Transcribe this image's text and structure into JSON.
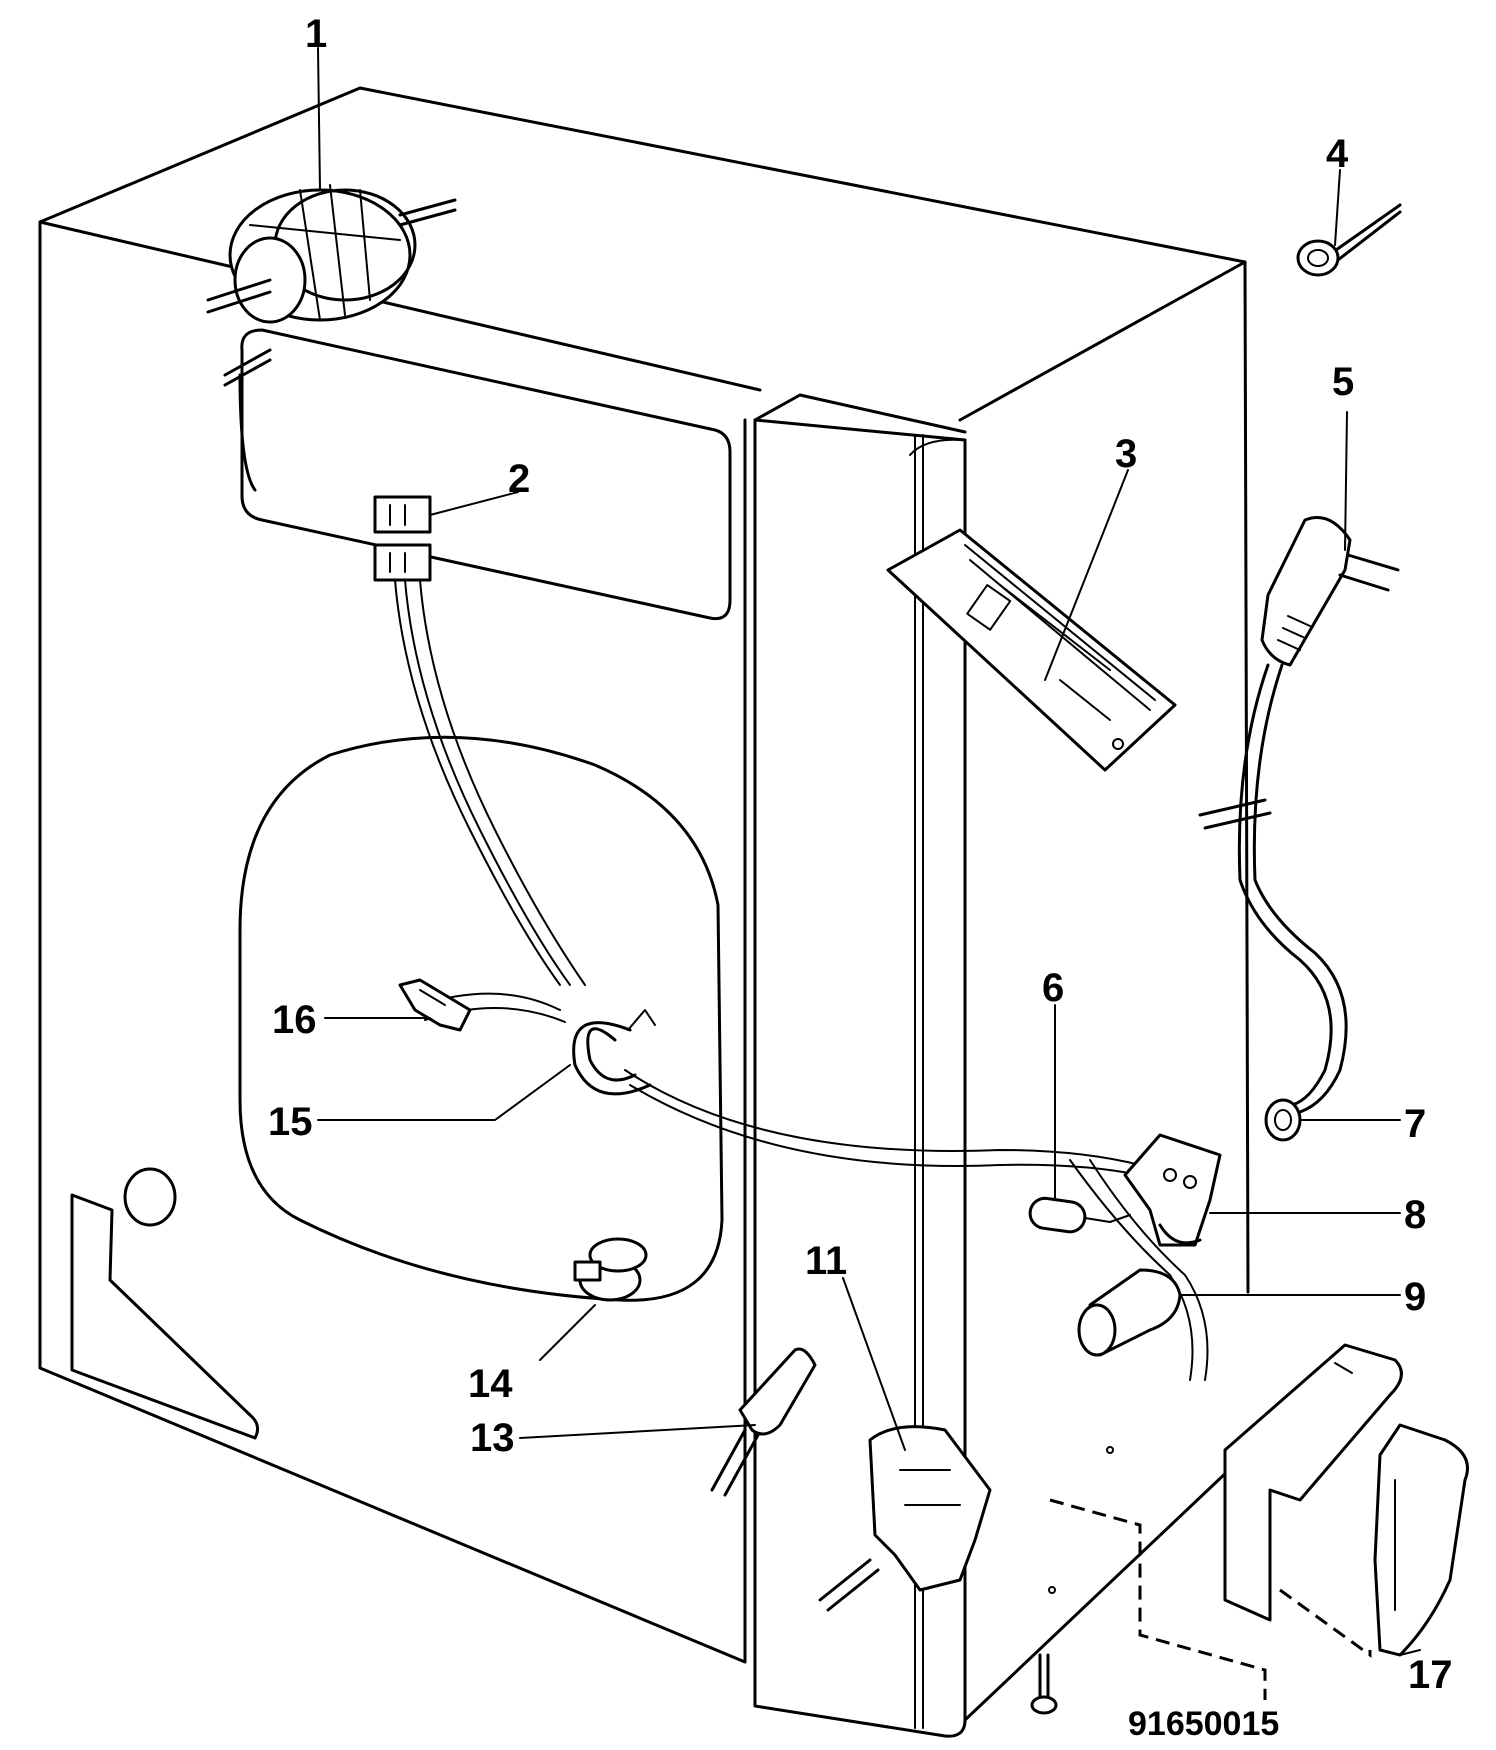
{
  "callouts": {
    "c1": "1",
    "c2": "2",
    "c3": "3",
    "c4": "4",
    "c5": "5",
    "c6": "6",
    "c7": "7",
    "c8": "8",
    "c9": "9",
    "c11": "11",
    "c13": "13",
    "c14": "14",
    "c15": "15",
    "c16": "16",
    "c17": "17"
  },
  "document_id": "91650015"
}
